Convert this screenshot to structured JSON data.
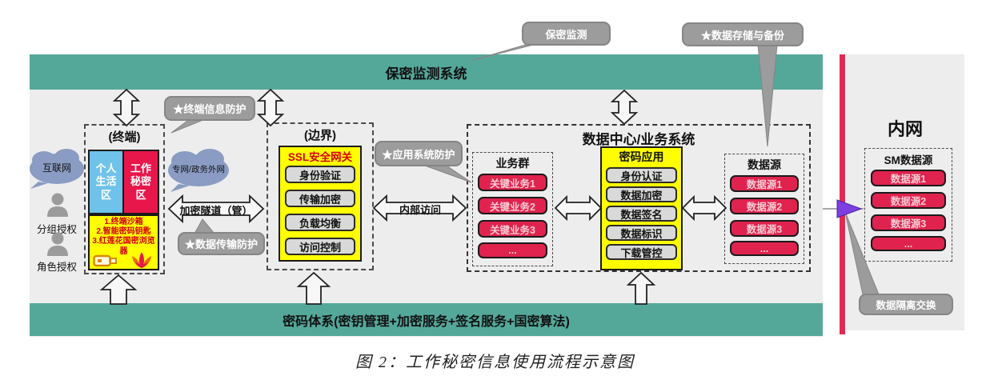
{
  "colors": {
    "teal_bar": "#54a89a",
    "panel_gray": "#ededed",
    "callout_gray": "#9c9c9c",
    "yellow": "#ffff00",
    "crimson": "#e0234e",
    "light_blue": "#6fc2ea",
    "purple_arrow": "#7d3fe0",
    "red_divider": "#e02a52"
  },
  "top_bar": {
    "label": "保密监测系统"
  },
  "bottom_bar": {
    "label": "密码体系(密钥管理+加密服务+签名服务+国密算法)"
  },
  "caption": "图 2：工作秘密信息使用流程示意图",
  "callouts": {
    "monitor": "保密监测",
    "storage": "★数据存储与备份",
    "terminal_protect": "★终端信息防护",
    "app_protect": "★应用系统防护",
    "transfer_protect": "★数据传输防护",
    "isolation": "数据隔离交换"
  },
  "left": {
    "internet_cloud": "互联网",
    "group_auth": "分组授权",
    "role_auth": "角色授权",
    "extranet_cloud": "专网/政务外网"
  },
  "terminal": {
    "title": "(终端)",
    "personal_zone": "个人生活区",
    "work_zone": "工作秘密区",
    "tools": [
      "1.终端沙箱",
      "2.智能密码钥匙",
      "3.红莲花国密浏览器"
    ]
  },
  "tunnel_label": "加密隧道（管）",
  "internal_access_label": "内部访问",
  "boundary": {
    "title": "(边界)",
    "gateway_title": "SSL安全网关",
    "items": [
      "身份验证",
      "传输加密",
      "负载均衡",
      "访问控制"
    ]
  },
  "datacenter": {
    "title": "数据中心/业务系统",
    "business": {
      "title": "业务群",
      "items": [
        "关键业务1",
        "关键业务2",
        "关键业务3",
        "..."
      ]
    },
    "crypto": {
      "title": "密码应用",
      "items": [
        "身份认证",
        "数据加密",
        "数据签名",
        "数据标识",
        "下载管控"
      ]
    },
    "datasource": {
      "title": "数据源",
      "items": [
        "数据源1",
        "数据源2",
        "数据源3",
        "..."
      ]
    }
  },
  "intranet": {
    "title": "内网",
    "sm_title": "SM数据源",
    "items": [
      "数据源1",
      "数据源2",
      "数据源3",
      "..."
    ]
  }
}
